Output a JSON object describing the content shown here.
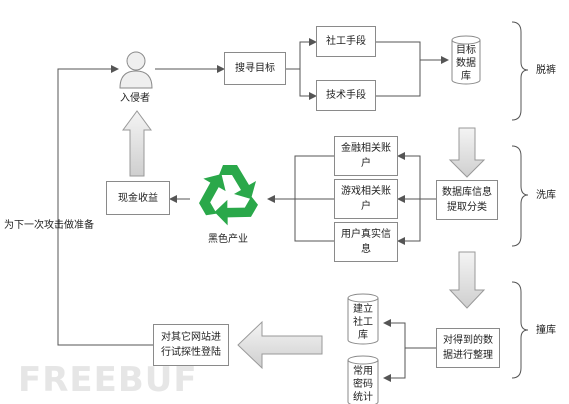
{
  "nodes": {
    "intruder": "入侵者",
    "search_target": "搜寻目标",
    "social_eng": "社工手段",
    "tech_means": "技术手段",
    "target_db": "目标\n数据\n库",
    "finance_acct": "金融相关账\n户",
    "game_acct": "游戏相关账\n户",
    "real_info": "用户真实信\n息",
    "db_extract": "数据库信息\n提取分类",
    "cash_out": "现金收益",
    "black_industry": "黑色产业",
    "next_attack": "为下一次攻击做准备",
    "build_social_db": "建立\n社工\n库",
    "common_pwd_stats": "常用\n密码\n统计",
    "organize_data": "对得到的数\n据进行整理",
    "try_other_sites": "对其它网站进\n行试探性登陆"
  },
  "phases": {
    "drag": "脱裤",
    "wash": "洗库",
    "stuff": "撞库"
  },
  "watermark": "FREEBUF",
  "colors": {
    "line": "#555555",
    "box_border": "#8a8a8a",
    "recycle": "#2aa84a",
    "arrow_gray": "#d0d0d0"
  }
}
